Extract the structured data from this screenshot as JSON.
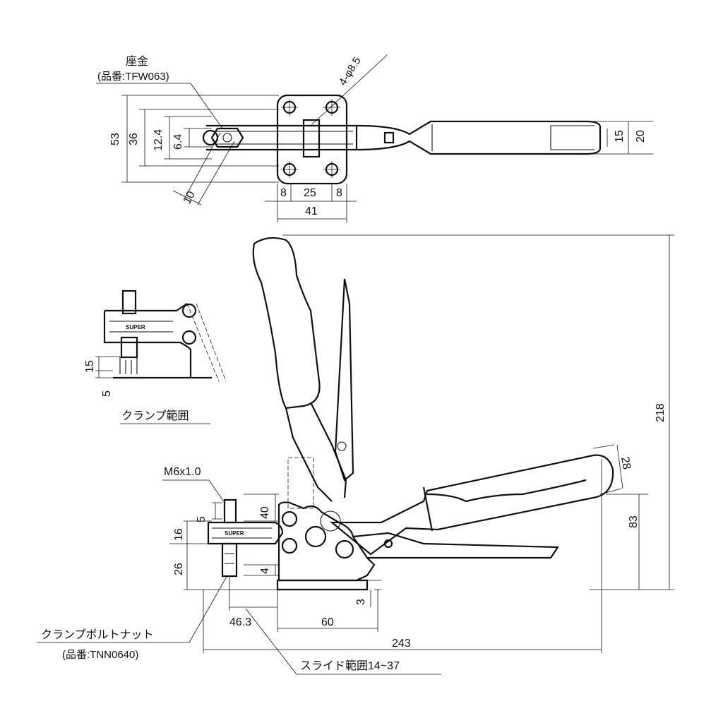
{
  "top_view": {
    "washer_label": "座金",
    "washer_part": "(品番:TFW063)",
    "hole_spec": "4-φ8.5",
    "dims": {
      "d53": "53",
      "d36": "36",
      "d12_4": "12.4",
      "d6_4": "6.4",
      "d10": "10",
      "d8a": "8",
      "d25": "25",
      "d8b": "8",
      "d41": "41",
      "d15": "15",
      "d20": "20"
    }
  },
  "clamp_range": {
    "title": "クランプ範囲",
    "brand": "SUPER",
    "d15": "15",
    "d5": "5"
  },
  "side_view": {
    "thread": "M6x1.0",
    "brand": "SUPER",
    "bolt_nut_label": "クランプボルトナット",
    "bolt_nut_part": "(品番:TNN0640)",
    "slide_range": "スライド範囲14~37",
    "dims": {
      "d5": "5",
      "d40": "40",
      "d16": "16",
      "d26": "26",
      "d4": "4",
      "d3": "3",
      "d46_3": "46.3",
      "d60": "60",
      "d243": "243",
      "d218": "218",
      "d83": "83",
      "d28": "28"
    }
  }
}
